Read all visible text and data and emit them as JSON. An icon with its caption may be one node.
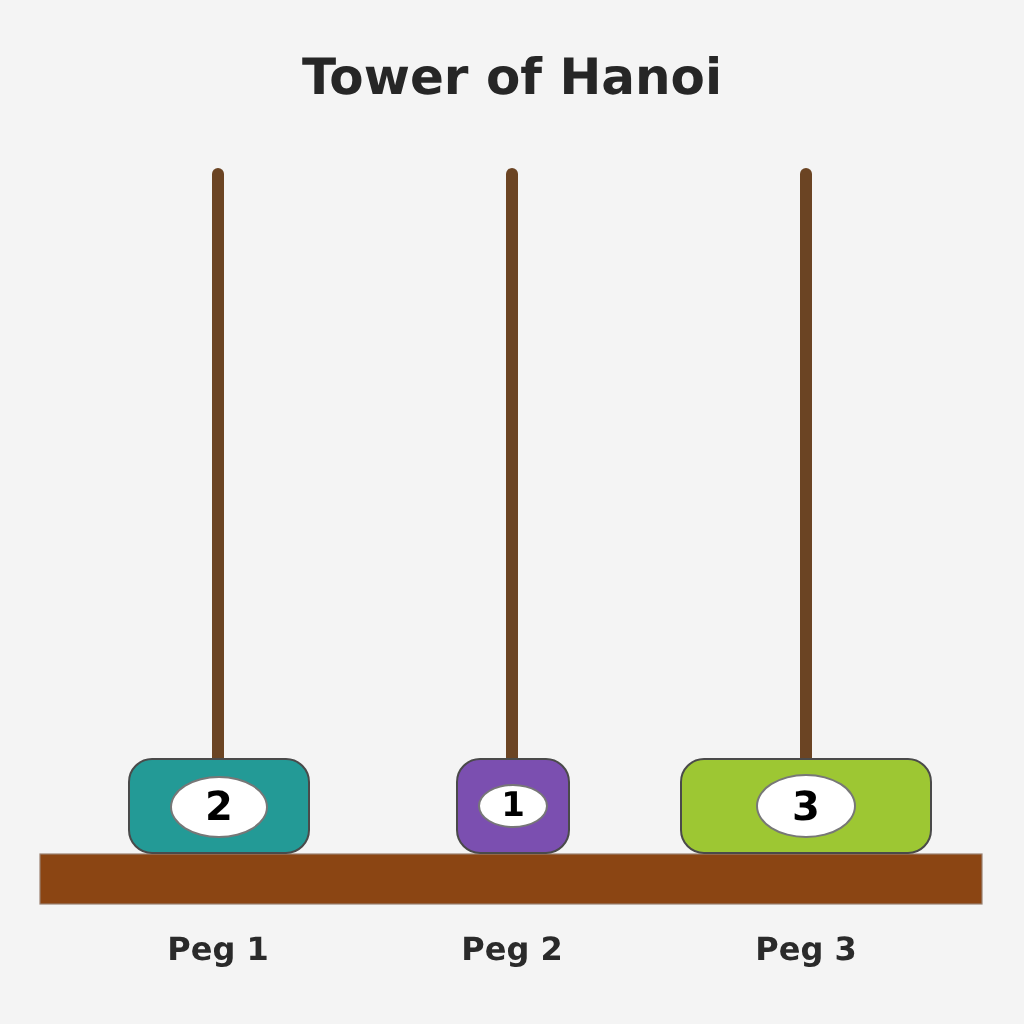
{
  "diagram": {
    "title": "Tower of Hanoi",
    "nodes": [
      {
        "text": [
          "2"
        ]
      },
      {
        "text": [
          "1"
        ]
      },
      {
        "text": [
          "3"
        ]
      }
    ],
    "edges": [],
    "labels": [
      "Peg 1",
      "Peg 2",
      "Peg 3"
    ]
  }
}
